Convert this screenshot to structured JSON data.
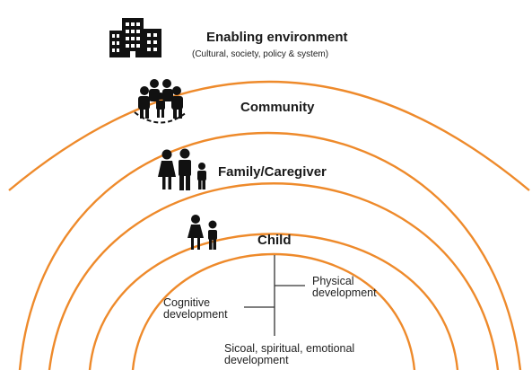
{
  "colors": {
    "arc": "#ee8a2b",
    "ink": "#111111",
    "line": "#333333"
  },
  "layers": [
    {
      "title": "Enabling environment",
      "subtitle": "(Cultural, society, policy & system)",
      "icon": "buildings-icon"
    },
    {
      "title": "Community",
      "icon": "community-group-icon"
    },
    {
      "title": "Family/Caregiver",
      "icon": "family-icon"
    },
    {
      "title": "Child",
      "icon": "children-icon"
    }
  ],
  "development": {
    "physical": "Physical development",
    "cognitive": "Cognitive development",
    "social": "Sicoal, spiritual, emotional development"
  }
}
